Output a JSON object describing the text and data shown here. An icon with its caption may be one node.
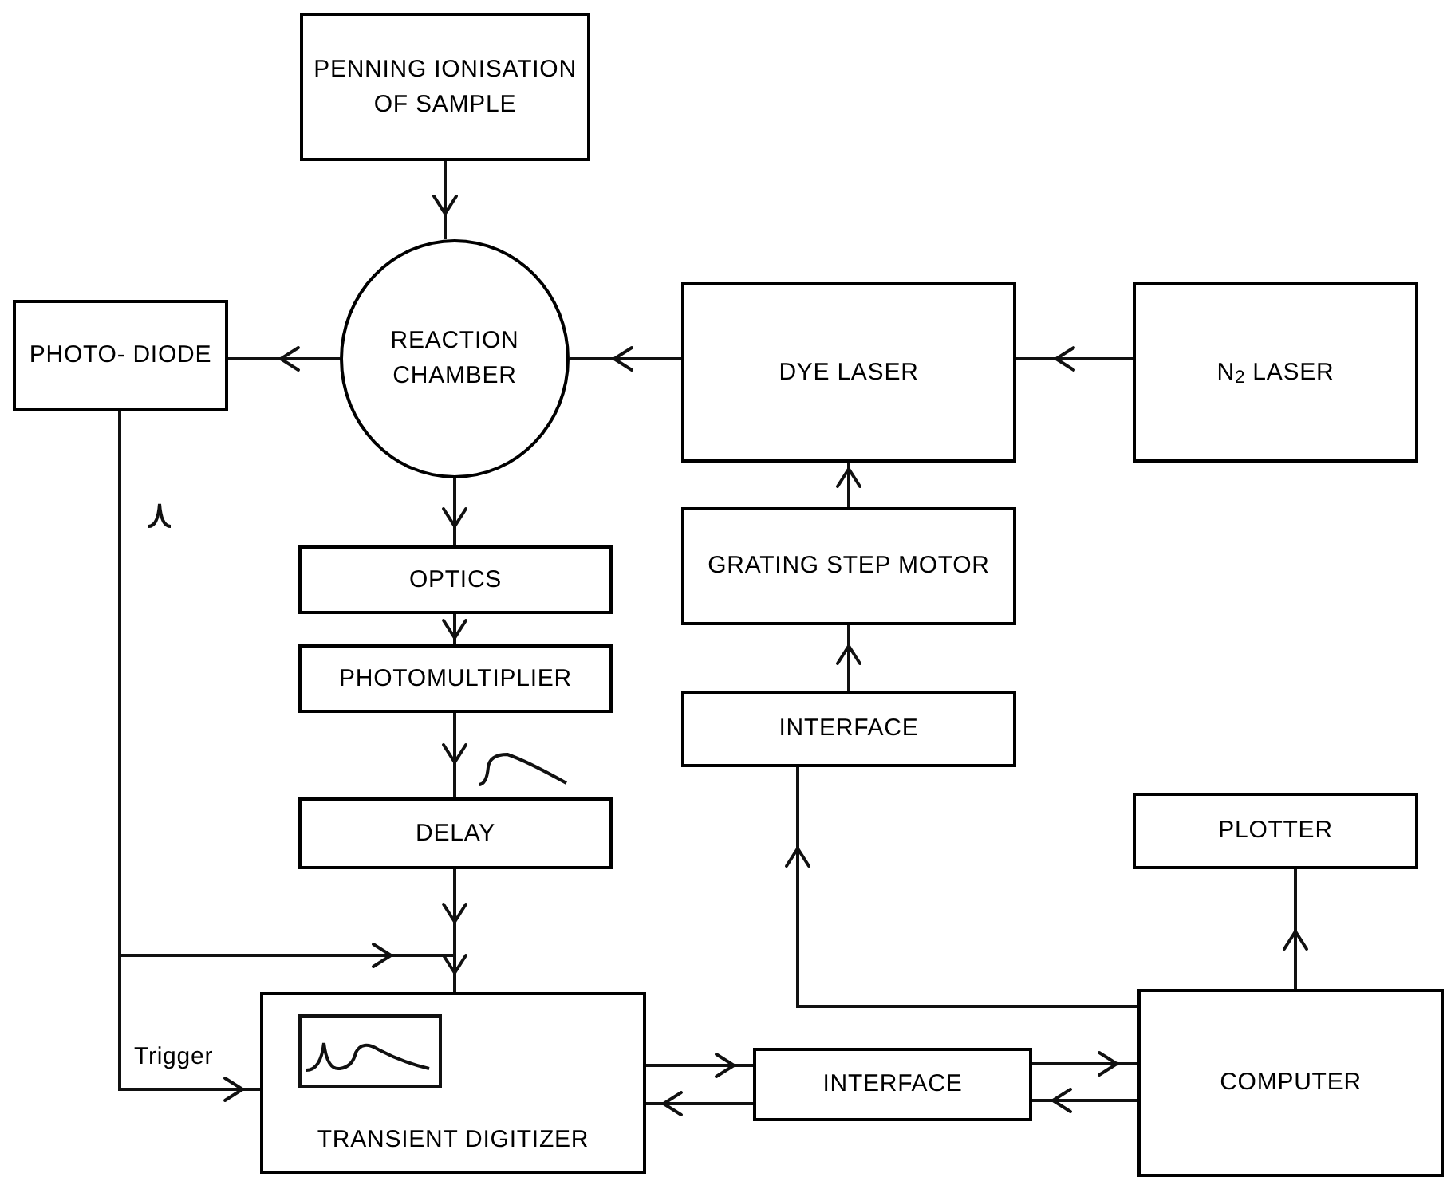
{
  "diagram": {
    "nodes": [
      {
        "text": [
          "PENNING IONISATION OF SAMPLE"
        ]
      },
      {
        "text": [
          "REACTION CHAMBER"
        ]
      },
      {
        "text": [
          "PHOTO- DIODE"
        ]
      },
      {
        "text": [
          "DYE LASER"
        ]
      },
      {
        "text": [
          "N$_{2}$ LASER"
        ]
      },
      {
        "text": [
          "OPTICS"
        ]
      },
      {
        "text": [
          "PHOTOMULTIPLIER"
        ]
      },
      {
        "text": [
          "DELAY"
        ]
      },
      {
        "text": [
          "TRANSIENT DIGITIZER"
        ]
      },
      {
        "text": [
          "GRATING STEP MOTOR"
        ]
      },
      {
        "text": [
          "INTERFACE"
        ]
      },
      {
        "text": [
          "PLOTTER"
        ]
      },
      {
        "text": [
          "INTERFACE"
        ]
      },
      {
        "text": [
          "COMPUTER"
        ]
      }
    ],
    "edges": [
      {
        "from": 0,
        "to": 1,
        "arrow": "to"
      },
      {
        "from": 1,
        "to": 2,
        "arrow": "to"
      },
      {
        "from": 3,
        "to": 1,
        "arrow": "to"
      },
      {
        "from": 4,
        "to": 3,
        "arrow": "to"
      },
      {
        "from": 1,
        "to": 5,
        "arrow": "to"
      },
      {
        "from": 5,
        "to": 6,
        "arrow": "to"
      },
      {
        "from": 6,
        "to": 7,
        "arrow": "to"
      },
      {
        "from": 7,
        "to": 8,
        "arrow": "to"
      },
      {
        "from": 2,
        "to": 8,
        "arrow": "to"
      },
      {
        "from": 2,
        "to": 8,
        "arrow": "to",
        "label": "Trigger"
      },
      {
        "from": 10,
        "to": 9,
        "arrow": "to"
      },
      {
        "from": 9,
        "to": 3,
        "arrow": "to"
      },
      {
        "from": 13,
        "to": 10,
        "arrow": "to"
      },
      {
        "from": 13,
        "to": 11,
        "arrow": "to"
      },
      {
        "from": 8,
        "to": 12,
        "arrow": "to"
      },
      {
        "from": 12,
        "to": 8,
        "arrow": "to"
      },
      {
        "from": 12,
        "to": 13,
        "arrow": "to"
      },
      {
        "from": 13,
        "to": 12,
        "arrow": "to"
      }
    ]
  }
}
